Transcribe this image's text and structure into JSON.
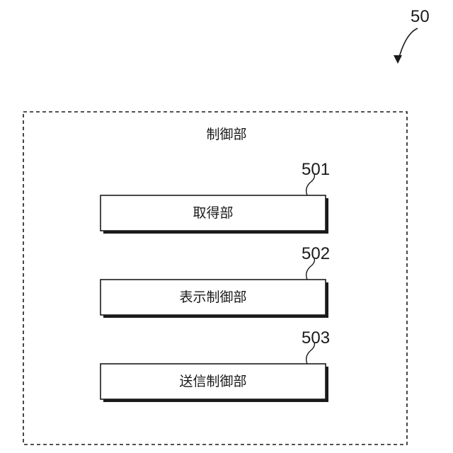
{
  "figure": {
    "reference": "50",
    "container": {
      "label": "制御部"
    },
    "blocks": [
      {
        "reference": "501",
        "label": "取得部"
      },
      {
        "reference": "502",
        "label": "表示制御部"
      },
      {
        "reference": "503",
        "label": "送信制御部"
      }
    ]
  },
  "colors": {
    "stroke": "#1a1a1a",
    "fill": "#ffffff"
  }
}
